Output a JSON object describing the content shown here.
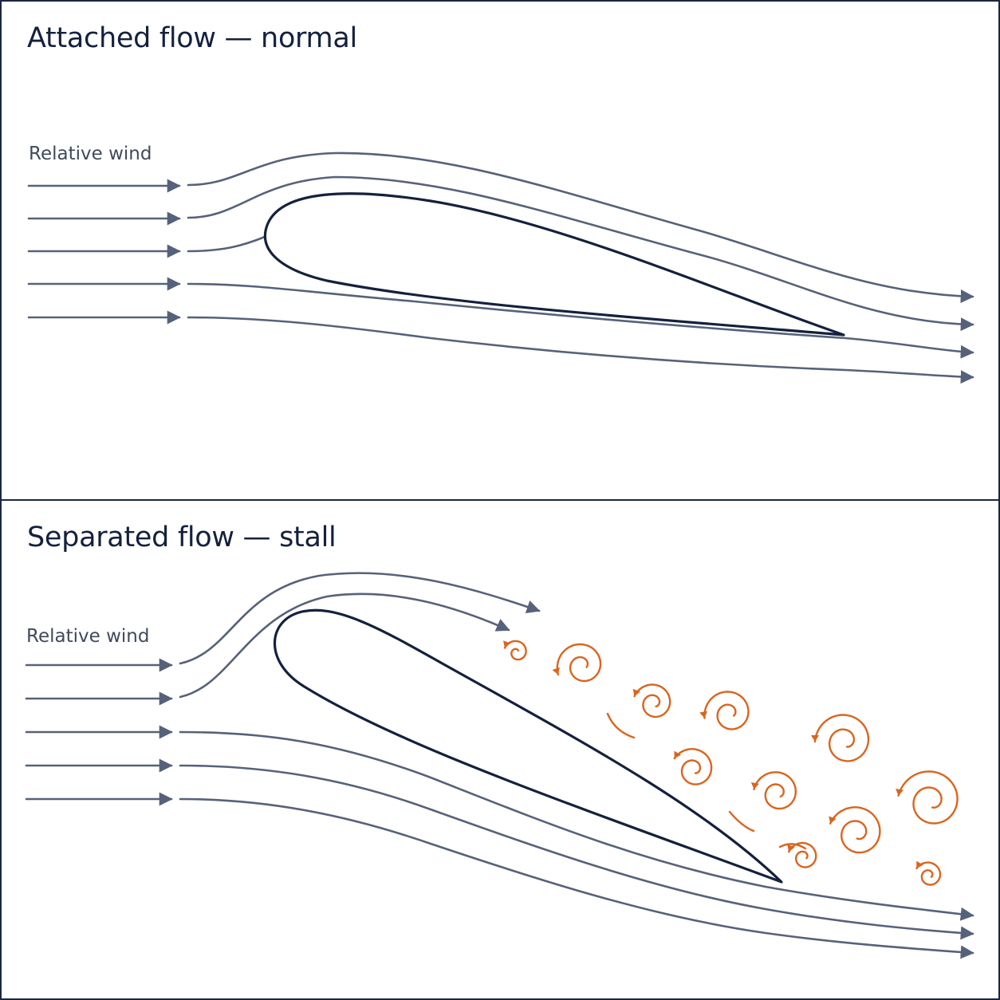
{
  "panels": [
    {
      "title": "Attached flow — normal",
      "wind_label": "Relative wind"
    },
    {
      "title": "Separated flow — stall",
      "wind_label": "Relative wind"
    }
  ],
  "colors": {
    "border": "#1c2740",
    "airfoil": "#14213d",
    "streamline": "#56627a",
    "vortex": "#d9651f",
    "text": "#14213d"
  }
}
